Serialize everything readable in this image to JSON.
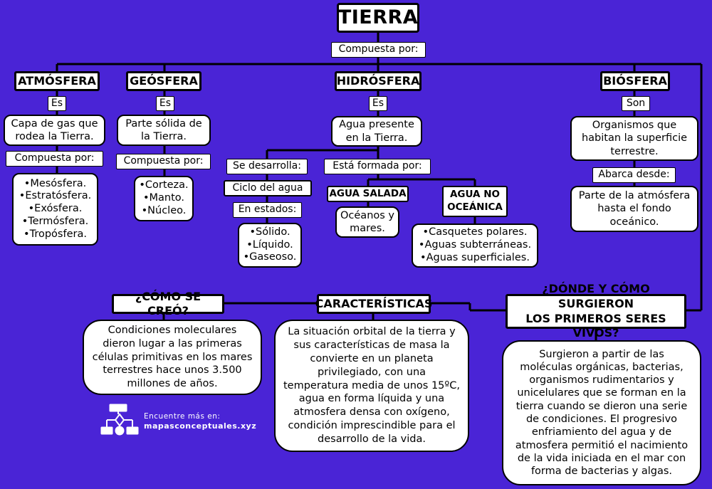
{
  "title": "TIERRA",
  "compuesta_por": "Compuesta por:",
  "atmosfera": {
    "head": "ATMÓSFERA",
    "es": "Es",
    "def": "Capa de gas que\nrodea la Tierra.",
    "compuesta": "Compuesta por:",
    "items": "•Mesósfera.\n•Estratósfera.\n•Exósfera.\n•Termósfera.\n•Tropósfera."
  },
  "geosfera": {
    "head": "GEÓSFERA",
    "es": "Es",
    "def": "Parte sólida de\nla Tierra.",
    "compuesta": "Compuesta por:",
    "items": "•Corteza.\n•Manto.\n•Núcleo."
  },
  "hidrosfera": {
    "head": "HIDRÓSFERA",
    "es": "Es",
    "def": "Agua presente\nen la Tierra.",
    "se_desarrolla": "Se desarrolla:",
    "ciclo": "Ciclo del agua",
    "en_estados": "En estados:",
    "estados": "•Sólido.\n•Líquido.\n•Gaseoso.",
    "formada": "Está formada por:",
    "salada": "AGUA SALADA",
    "salada_items": "Océanos y\nmares.",
    "no_oceanica": "AGUA NO\nOCEÁNICA",
    "no_oceanica_items": "•Casquetes polares.\n•Aguas subterráneas.\n•Aguas superficiales."
  },
  "biosfera": {
    "head": "BIÓSFERA",
    "son": "Son",
    "def": "Organismos que\nhabitan la superficie\nterrestre.",
    "abarca": "Abarca desde:",
    "rango": "Parte de la atmósfera\nhasta el fondo\noceánico."
  },
  "como_se_creo": {
    "head": "¿CÓMO SE CREÓ?",
    "text": "Condiciones  moleculares\ndieron lugar a las primeras\ncélulas primitivas en los  mares\nterrestres hace unos 3.500\nmillones de años."
  },
  "caracteristicas": {
    "head": "CARACTERÍSTICAS",
    "text": "La situación orbital de la tierra y\nsus características de  masa la\nconvierte en un planeta\nprivilegiado, con una\ntemperatura media de unos 15ºC,\nagua en forma  líquida y una\natmosfera densa con oxígeno,\ncondición  imprescindible para el\ndesarrollo de la vida."
  },
  "donde_como": {
    "head": "¿DÓNDE Y CÓMO SURGIERON\nLOS PRIMEROS SERES VIVOS?",
    "text": "Surgieron a partir de las\nmoléculas orgánicas, bacterias,\norganismos rudimentarios y\nunicelulares que se forman en la\ntierra cuando se dieron una serie\nde condiciones. El progresivo\nenfriamiento del agua y de\natmosfera permitió el nacimiento\nde la vida iniciada en el mar con\nforma de bacterias y algas."
  },
  "logo": {
    "line1": "Encuentre más en:",
    "line2": "mapasconceptuales.xyz"
  },
  "colors": {
    "background": "#4a24d6",
    "box": "#ffffff",
    "line": "#000000"
  }
}
